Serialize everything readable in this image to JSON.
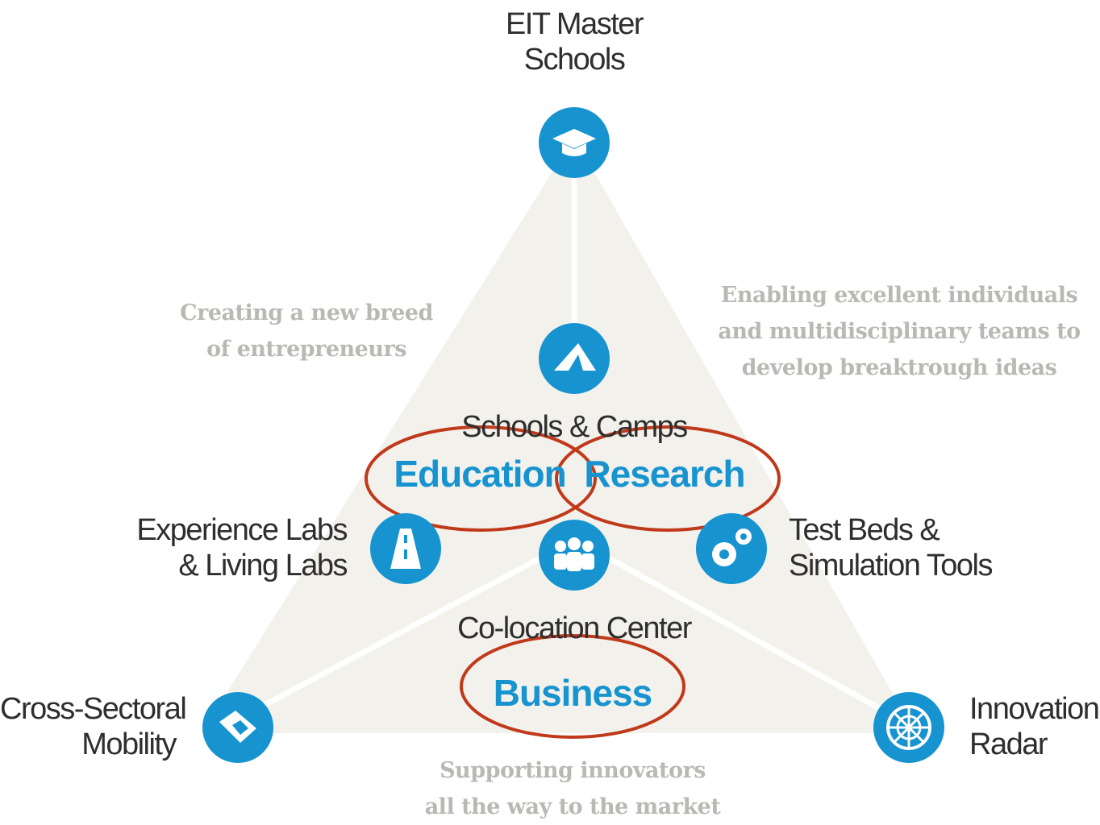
{
  "nodes": {
    "eit_master_schools": {
      "line1": "EIT Master",
      "line2": "Schools",
      "icon": "graduation-cap-icon"
    },
    "schools_camps": {
      "label": "Schools & Camps",
      "icon": "tent-icon"
    },
    "experience_labs": {
      "line1": "Experience Labs",
      "line2": "& Living Labs",
      "icon": "road-icon"
    },
    "co_location": {
      "label": "Co-location Center",
      "icon": "people-group-icon"
    },
    "test_beds": {
      "line1": "Test Beds &",
      "line2": "Simulation Tools",
      "icon": "gears-icon"
    },
    "cross_sectoral": {
      "line1": "Cross-Sectoral",
      "line2": "Mobility",
      "icon": "handshake-icon"
    },
    "innovation_radar": {
      "line1": "Innovation",
      "line2": "Radar",
      "icon": "radar-icon"
    }
  },
  "pillars": {
    "education": "Education",
    "research": "Research",
    "business": "Business"
  },
  "captions": {
    "left": {
      "line1": "Creating a new breed",
      "line2": "of entrepreneurs"
    },
    "right": {
      "line1": "Enabling excellent individuals",
      "line2": "and multidisciplinary teams to",
      "line3": "develop breaktrough ideas"
    },
    "bottom": {
      "line1": "Supporting innovators",
      "line2": "all the way to the market"
    }
  },
  "colors": {
    "icon_blue": "#1793d0",
    "triangle_fill": "#f2f1ec",
    "highlight_red": "#c1391b"
  }
}
